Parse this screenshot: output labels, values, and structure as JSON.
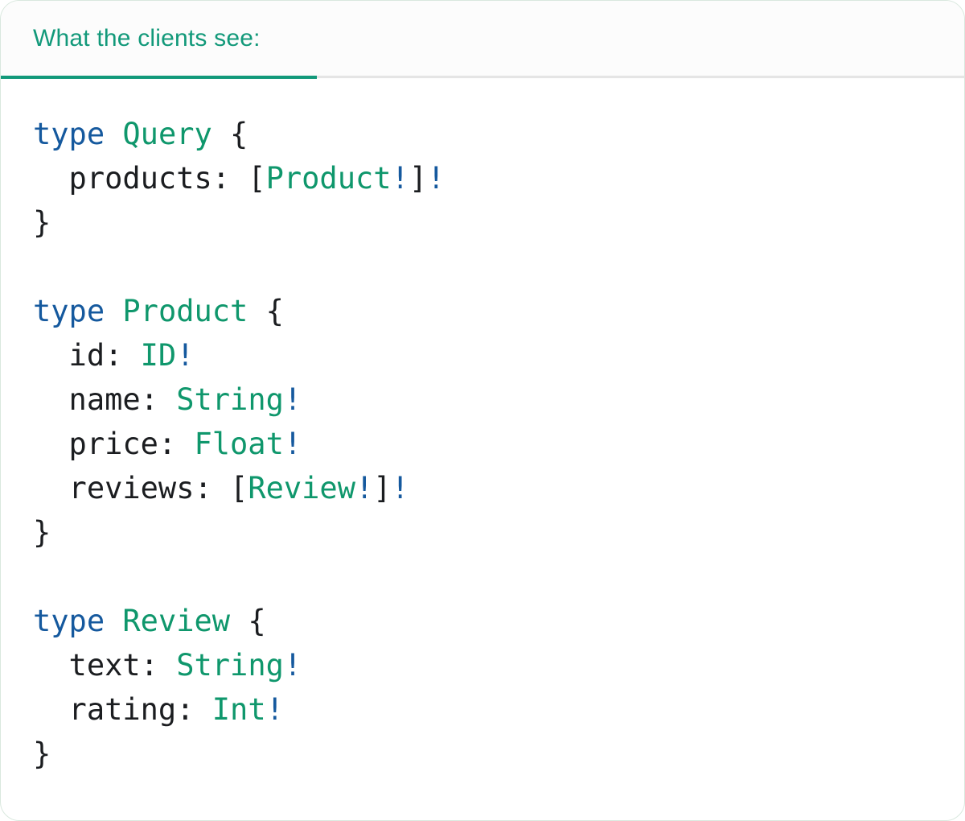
{
  "tabbar": {
    "active_tab": {
      "label": "What the clients see:"
    }
  },
  "colors": {
    "tab_text": "#12997a",
    "tab_indicator": "#12997a",
    "divider": "#e5e5e5",
    "header_bg": "#fcfcfc",
    "keyword_blue": "#15599e",
    "typename_green": "#0f976c",
    "punctuation_dark": "#1b1d20",
    "non_null_bang_blue": "#15599e"
  },
  "code": {
    "language": "graphql",
    "text": "type Query {\n  products: [Product!]!\n}\n\ntype Product {\n  id: ID!\n  name: String!\n  price: Float!\n  reviews: [Review!]!\n}\n\ntype Review {\n  text: String!\n  rating: Int!\n}",
    "lines": [
      {
        "tokens": [
          {
            "kind": "keyword",
            "text": "type"
          },
          {
            "kind": "plain",
            "text": " "
          },
          {
            "kind": "typename",
            "text": "Query"
          },
          {
            "kind": "plain",
            "text": " {"
          }
        ]
      },
      {
        "tokens": [
          {
            "kind": "plain",
            "text": "  products: ["
          },
          {
            "kind": "typename",
            "text": "Product"
          },
          {
            "kind": "bang",
            "text": "!"
          },
          {
            "kind": "plain",
            "text": "]"
          },
          {
            "kind": "bang",
            "text": "!"
          }
        ]
      },
      {
        "tokens": [
          {
            "kind": "plain",
            "text": "}"
          }
        ]
      },
      {
        "tokens": []
      },
      {
        "tokens": [
          {
            "kind": "keyword",
            "text": "type"
          },
          {
            "kind": "plain",
            "text": " "
          },
          {
            "kind": "typename",
            "text": "Product"
          },
          {
            "kind": "plain",
            "text": " {"
          }
        ]
      },
      {
        "tokens": [
          {
            "kind": "plain",
            "text": "  id: "
          },
          {
            "kind": "typename",
            "text": "ID"
          },
          {
            "kind": "bang",
            "text": "!"
          }
        ]
      },
      {
        "tokens": [
          {
            "kind": "plain",
            "text": "  name: "
          },
          {
            "kind": "typename",
            "text": "String"
          },
          {
            "kind": "bang",
            "text": "!"
          }
        ]
      },
      {
        "tokens": [
          {
            "kind": "plain",
            "text": "  price: "
          },
          {
            "kind": "typename",
            "text": "Float"
          },
          {
            "kind": "bang",
            "text": "!"
          }
        ]
      },
      {
        "tokens": [
          {
            "kind": "plain",
            "text": "  reviews: ["
          },
          {
            "kind": "typename",
            "text": "Review"
          },
          {
            "kind": "bang",
            "text": "!"
          },
          {
            "kind": "plain",
            "text": "]"
          },
          {
            "kind": "bang",
            "text": "!"
          }
        ]
      },
      {
        "tokens": [
          {
            "kind": "plain",
            "text": "}"
          }
        ]
      },
      {
        "tokens": []
      },
      {
        "tokens": [
          {
            "kind": "keyword",
            "text": "type"
          },
          {
            "kind": "plain",
            "text": " "
          },
          {
            "kind": "typename",
            "text": "Review"
          },
          {
            "kind": "plain",
            "text": " {"
          }
        ]
      },
      {
        "tokens": [
          {
            "kind": "plain",
            "text": "  text: "
          },
          {
            "kind": "typename",
            "text": "String"
          },
          {
            "kind": "bang",
            "text": "!"
          }
        ]
      },
      {
        "tokens": [
          {
            "kind": "plain",
            "text": "  rating: "
          },
          {
            "kind": "typename",
            "text": "Int"
          },
          {
            "kind": "bang",
            "text": "!"
          }
        ]
      },
      {
        "tokens": [
          {
            "kind": "plain",
            "text": "}"
          }
        ]
      }
    ]
  }
}
